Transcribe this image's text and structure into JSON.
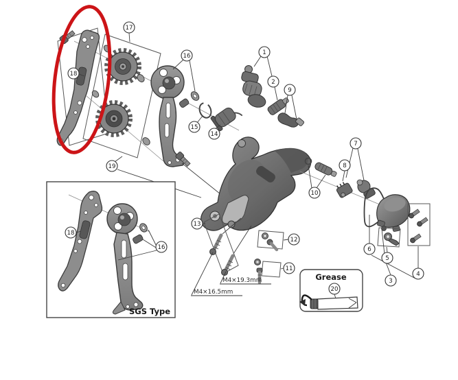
{
  "figure": {
    "kind": "exploded-parts-diagram",
    "colors": {
      "background": "#ffffff",
      "highlight_ellipse": "#cc1417",
      "outline": "#3c3c3c",
      "part_gray": "#8a8a8a",
      "part_dark_gray": "#575757"
    }
  },
  "callouts": {
    "n1": "1",
    "n2": "2",
    "n3": "3",
    "n4": "4",
    "n5": "5",
    "n6": "6",
    "n7": "7",
    "n8": "8",
    "n9": "9",
    "n10": "10",
    "n11": "11",
    "n12": "12",
    "n13": "13",
    "n14": "14",
    "n15": "15",
    "n16": "16",
    "n17": "17",
    "n18": "18",
    "n19": "19",
    "n20": "20"
  },
  "texts": {
    "grease_title": "Grease",
    "sgs_type": "SGS Type",
    "screw_upper_label": "M4×19.3mm",
    "screw_lower_label": "M4×16.5mm"
  }
}
